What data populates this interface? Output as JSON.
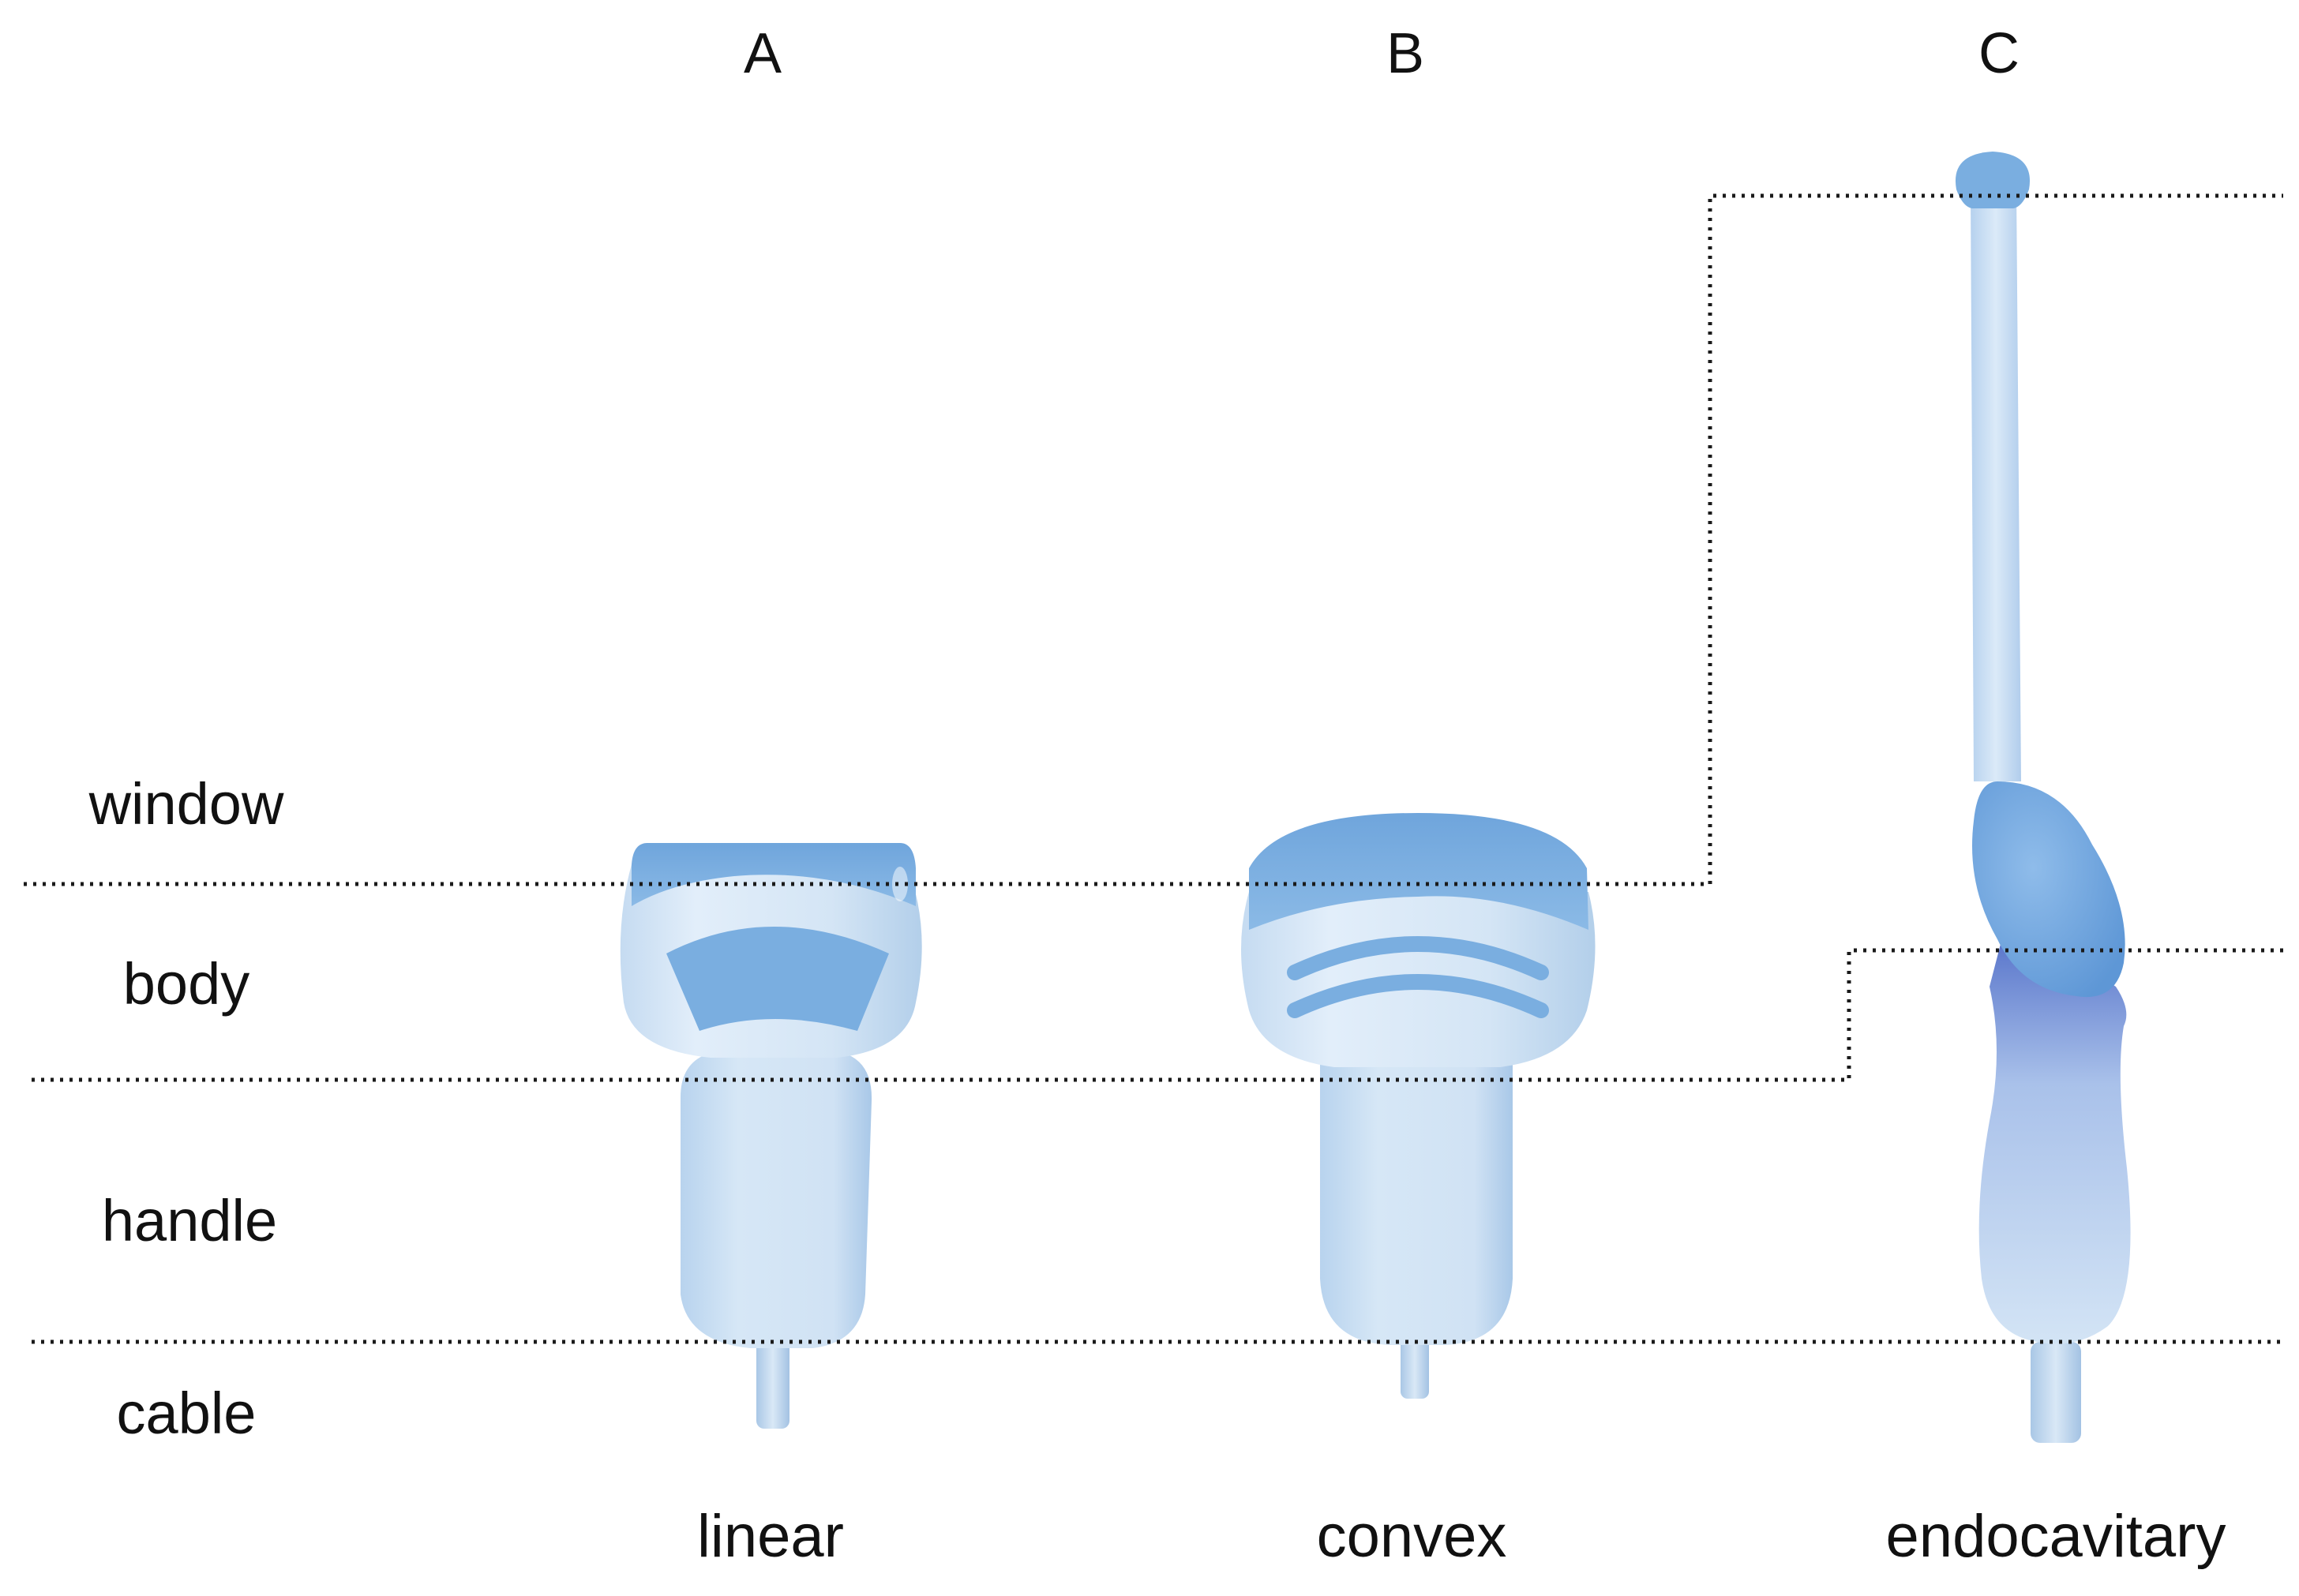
{
  "panels": [
    {
      "letter": "A",
      "name": "linear"
    },
    {
      "letter": "B",
      "name": "convex"
    },
    {
      "letter": "C",
      "name": "endocavitary"
    }
  ],
  "parts": {
    "window": "window",
    "body": "body",
    "handle": "handle",
    "cable": "cable"
  },
  "colors": {
    "accent": "#7aaee0",
    "light": "#d3e4f4",
    "mid": "#b5d0ec",
    "deep": "#5c7fcf",
    "guide_line": "#1a1a1a"
  }
}
